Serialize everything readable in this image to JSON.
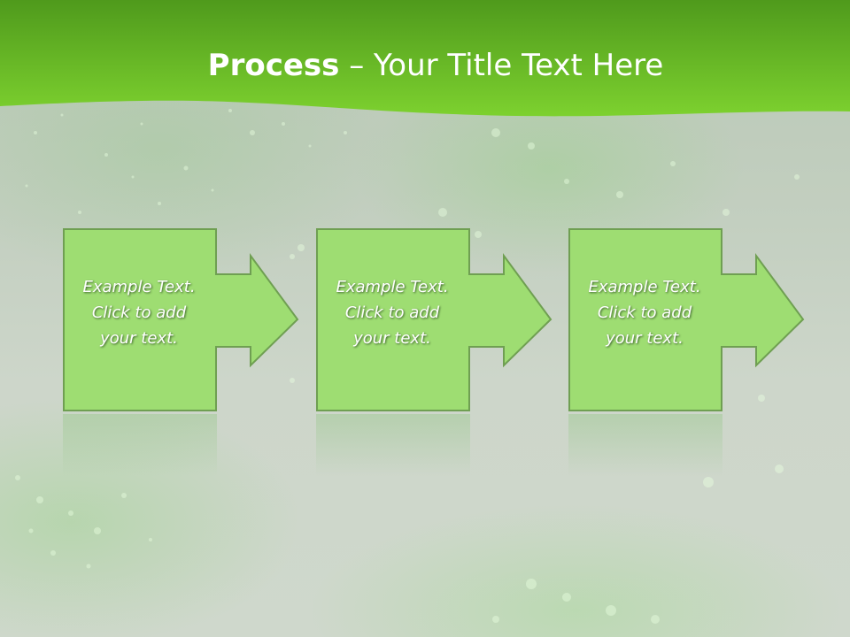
{
  "slide": {
    "title_strong": "Process",
    "title_separator": " – ",
    "title_rest": "Your Title Text Here"
  },
  "steps": [
    {
      "line1": "Example Text.",
      "line2": "Click  to add",
      "line3": "your text."
    },
    {
      "line1": "Example Text.",
      "line2": "Click  to add",
      "line3": "your text."
    },
    {
      "line1": "Example Text.",
      "line2": "Click  to add",
      "line3": "your text."
    }
  ],
  "colors": {
    "header_dark": "#4f9a1c",
    "header_light": "#7dd12f",
    "box_fill": "#9edd72",
    "box_border": "#6f9f52"
  }
}
